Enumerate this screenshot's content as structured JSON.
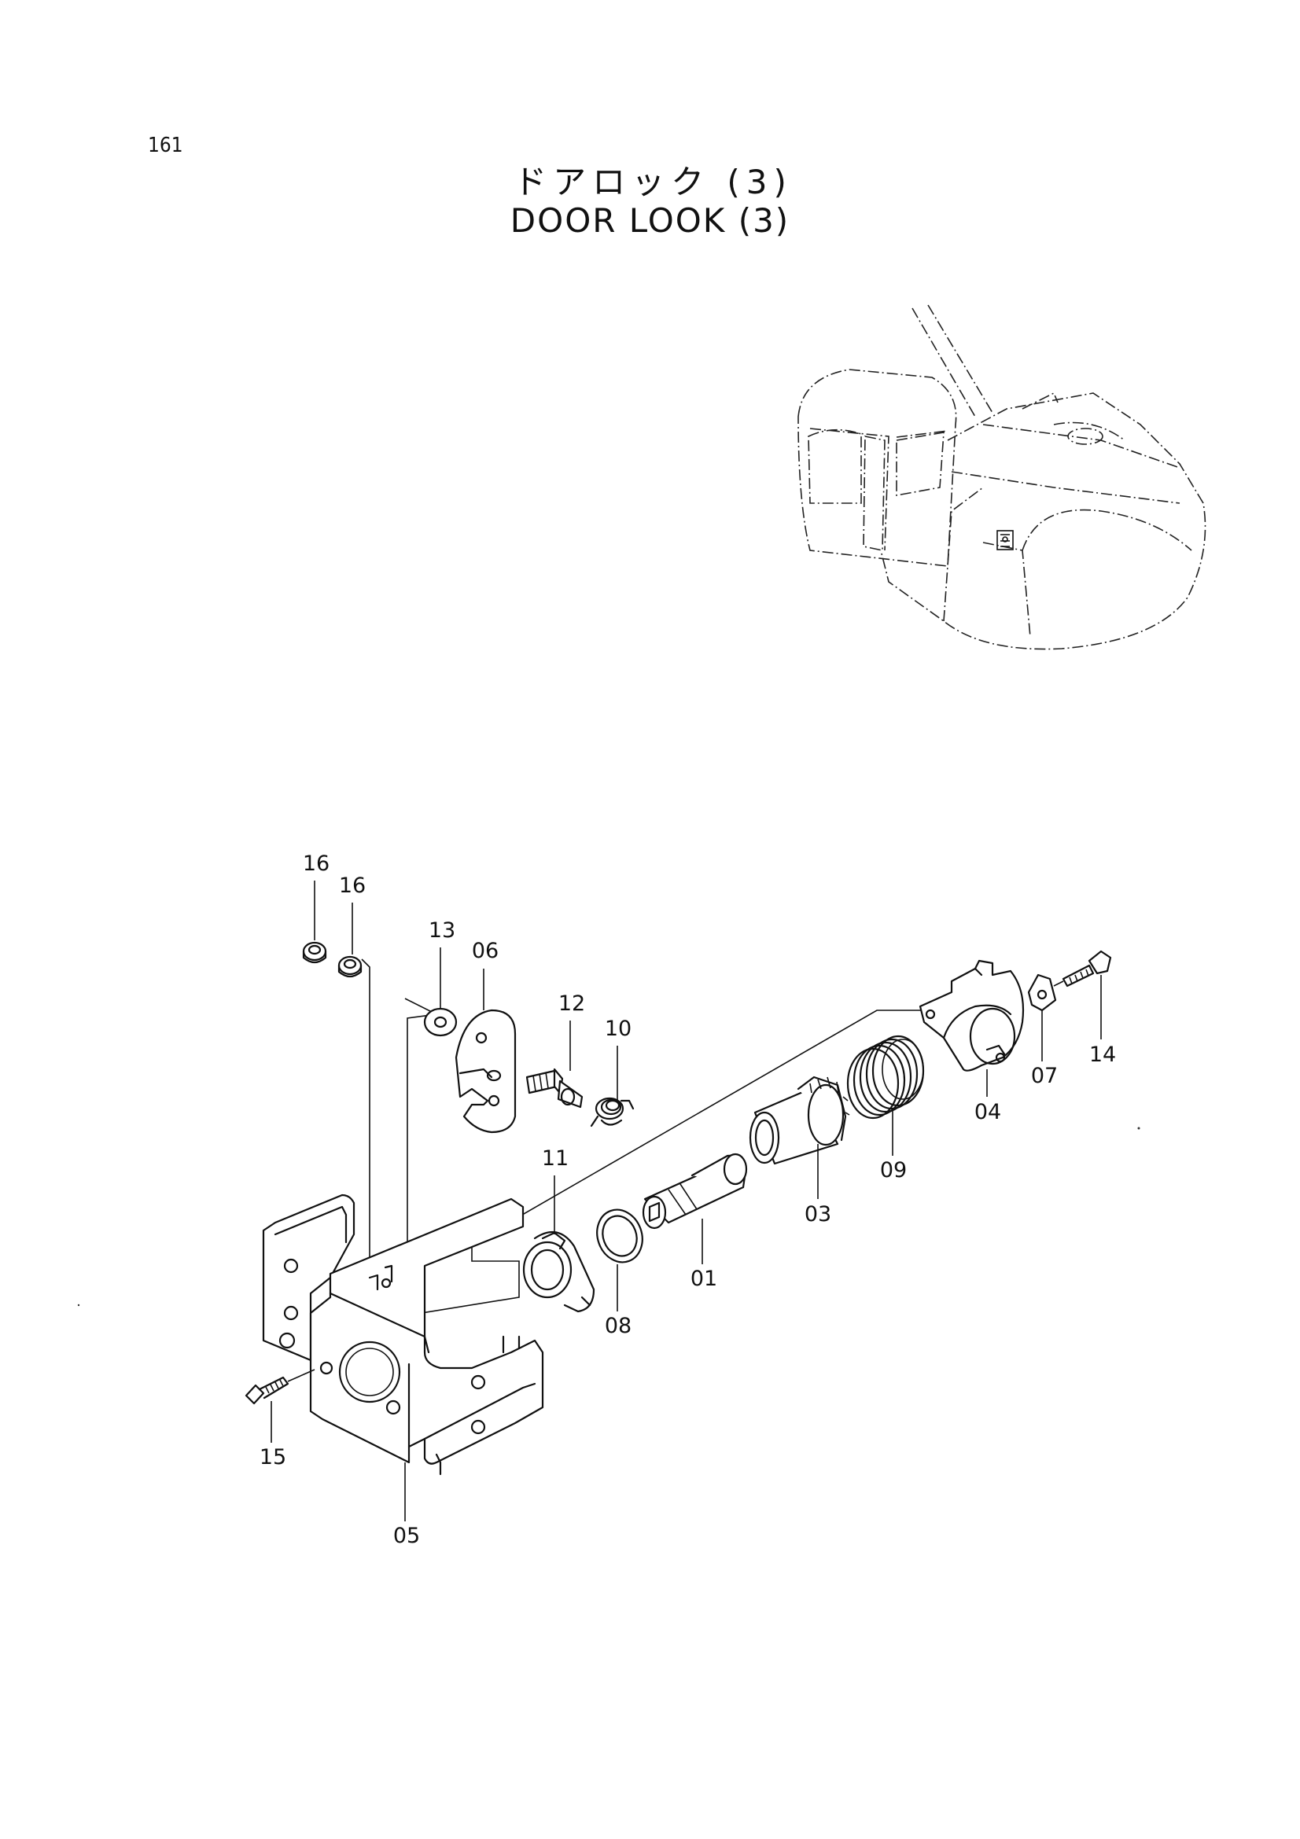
{
  "page": {
    "number": "161",
    "title_jp": "ドアロック (3)",
    "title_en": "DOOR LOOK (3)"
  },
  "callouts": [
    "16",
    "16",
    "13",
    "06",
    "12",
    "10",
    "11",
    "08",
    "01",
    "03",
    "09",
    "04",
    "07",
    "14",
    "15",
    "05"
  ]
}
